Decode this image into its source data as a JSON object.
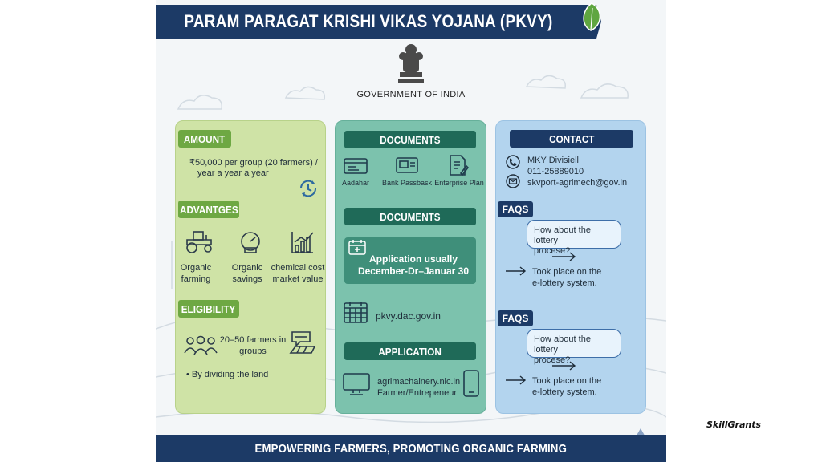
{
  "header": {
    "title": "PARAM PARAGAT KRISHI VIKAS YOJANA (PKVY)",
    "logo_icon": "leaf-icon",
    "emblem_icon": "national-emblem-icon",
    "government": "GOVERNMENT OF INDIA"
  },
  "colors": {
    "navy": "#1c3a66",
    "green_panel": "#cfe3a6",
    "green_tag": "#6ea843",
    "teal_panel": "#7cc2ad",
    "teal_tag": "#1f6a58",
    "blue_panel": "#b3d4ee"
  },
  "amount": {
    "heading": "AMOUNT",
    "line1": "₹50,000 per group (20 farmers) /",
    "line2": "year a year a year",
    "icon": "cycle-clock-icon"
  },
  "advantages": {
    "heading": "ADVANTGES",
    "items": [
      {
        "icon": "tractor-icon",
        "line1": "Organic",
        "line2": "farming"
      },
      {
        "icon": "savings-gauge-icon",
        "line1": "Organic",
        "line2": "savings"
      },
      {
        "icon": "growth-chart-icon",
        "line1": "chemical cost",
        "line2": "market value"
      }
    ]
  },
  "eligibility": {
    "heading": "ELIGIBILITY",
    "group_line1": "20–50 farmers in",
    "group_line2": "groups",
    "bullet": "• By dividing the land",
    "group_icon": "people-group-icon",
    "land_icon": "land-chat-icon"
  },
  "documents": {
    "heading": "DOCUMENTS",
    "items": [
      {
        "icon": "id-card-icon",
        "label": "Aadahar"
      },
      {
        "icon": "passbook-icon",
        "label": "Bank Passbask"
      },
      {
        "icon": "document-plan-icon",
        "label": "Enterprise Plan"
      }
    ]
  },
  "documents2": {
    "heading": "DOCUMENTS",
    "app_line1": "Application usually",
    "app_line2": "December-Dr–Januar 30",
    "calendar_icon": "calendar-icon",
    "website": "pkvy.dac.gov.in",
    "grid_calendar_icon": "calendar-grid-icon"
  },
  "application": {
    "heading": "APPLICATION",
    "site": "agrimachainery.nic.in",
    "audience": "Farmer/Entrepeneur",
    "monitor_icon": "monitor-icon",
    "phone_icon": "mobile-phone-icon"
  },
  "contact": {
    "heading": "CONTACT",
    "name": "MKY Divisiell",
    "phone": "011-25889010",
    "email": "skvport-agrimech@gov.in",
    "phone_icon": "phone-icon",
    "email_icon": "email-icon"
  },
  "faqs": [
    {
      "label": "FAQS",
      "q1": "How about the lottery",
      "q2": "procese?",
      "a1": "Took place on the",
      "a2": "e-lottery system."
    },
    {
      "label": "FAQS",
      "q1": "How about the lottery",
      "q2": "procese?",
      "a1": "Took place on the",
      "a2": "e-lottery system."
    }
  ],
  "footer": {
    "tagline": "EMPOWERING FARMERS, PROMOTING ORGANIC FARMING"
  },
  "brand": {
    "name": "SkillGrants"
  }
}
